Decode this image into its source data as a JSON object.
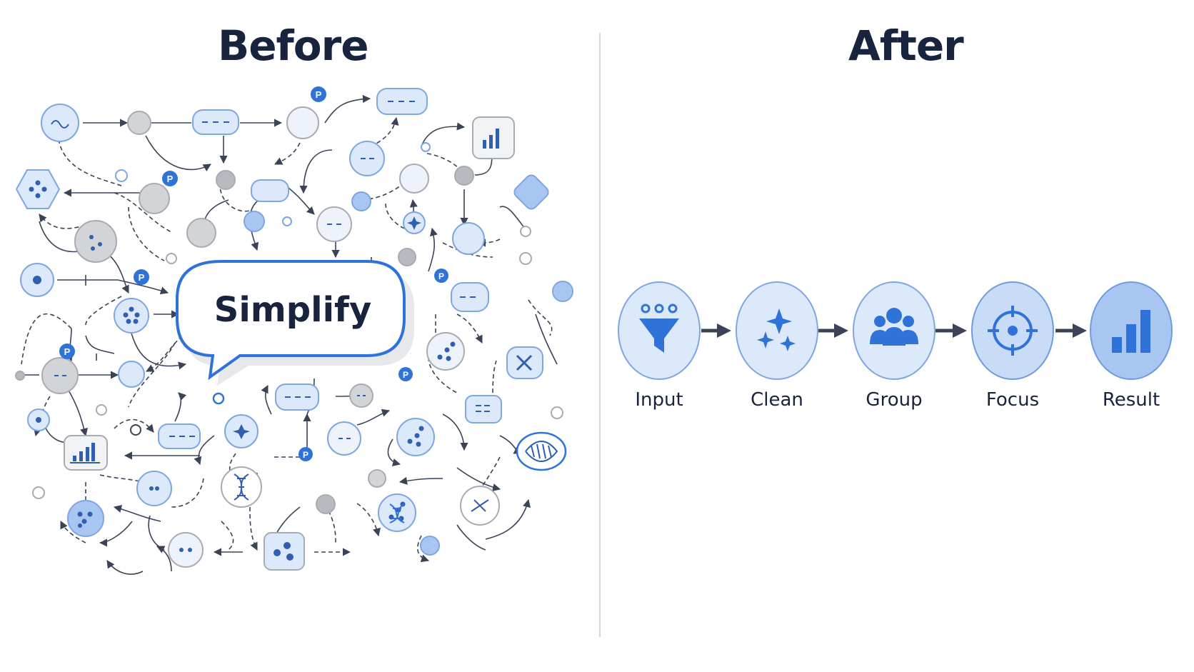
{
  "titles": {
    "before": "Before",
    "after": "After"
  },
  "center_label": "Simplify",
  "pin_label": "P",
  "colors": {
    "title": "#18243d",
    "accent_blue": "#2f73d9",
    "node_blue_fill": "#dce9fb",
    "node_gray_fill": "#d2d4d8",
    "edge": "#3b4457",
    "arrow_dark": "#3b4457"
  },
  "pipeline": {
    "steps": [
      {
        "label": "Input",
        "icon": "funnel-icon"
      },
      {
        "label": "Clean",
        "icon": "sparkle-icon"
      },
      {
        "label": "Group",
        "icon": "people-icon"
      },
      {
        "label": "Focus",
        "icon": "target-icon"
      },
      {
        "label": "Result",
        "icon": "bar-chart-icon"
      }
    ]
  }
}
